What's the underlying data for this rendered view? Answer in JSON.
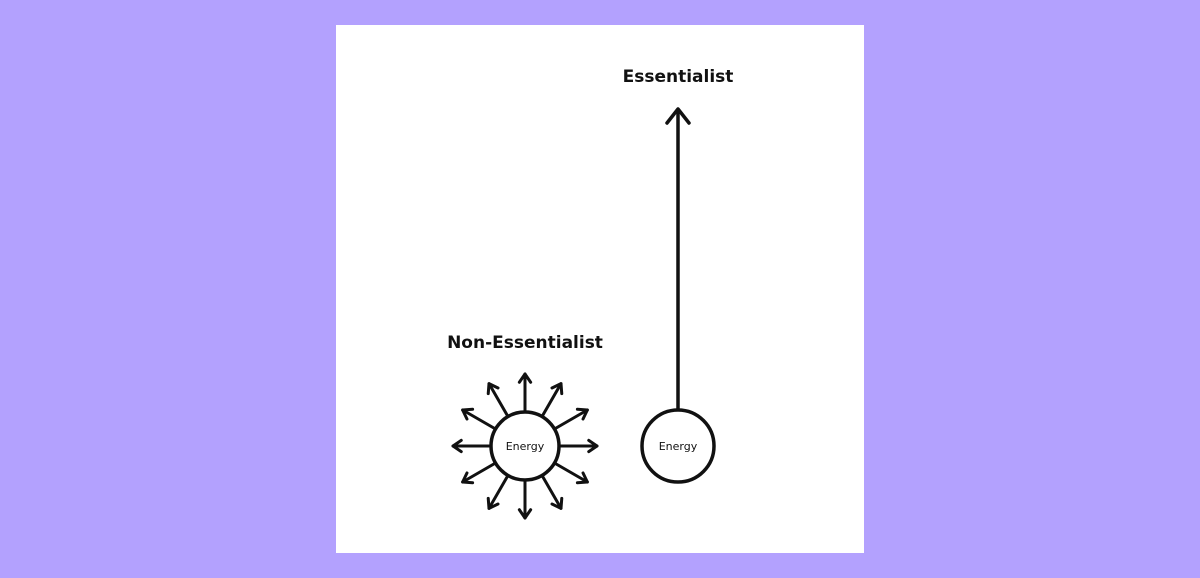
{
  "background_color": "#b3a1fe",
  "panel_color": "#ffffff",
  "stroke_color": "#111111",
  "diagram": {
    "non_essentialist": {
      "title": "Non-Essentialist",
      "circle_label": "Energy",
      "arrow_count": 12
    },
    "essentialist": {
      "title": "Essentialist",
      "circle_label": "Energy",
      "arrow_direction": "up"
    }
  }
}
